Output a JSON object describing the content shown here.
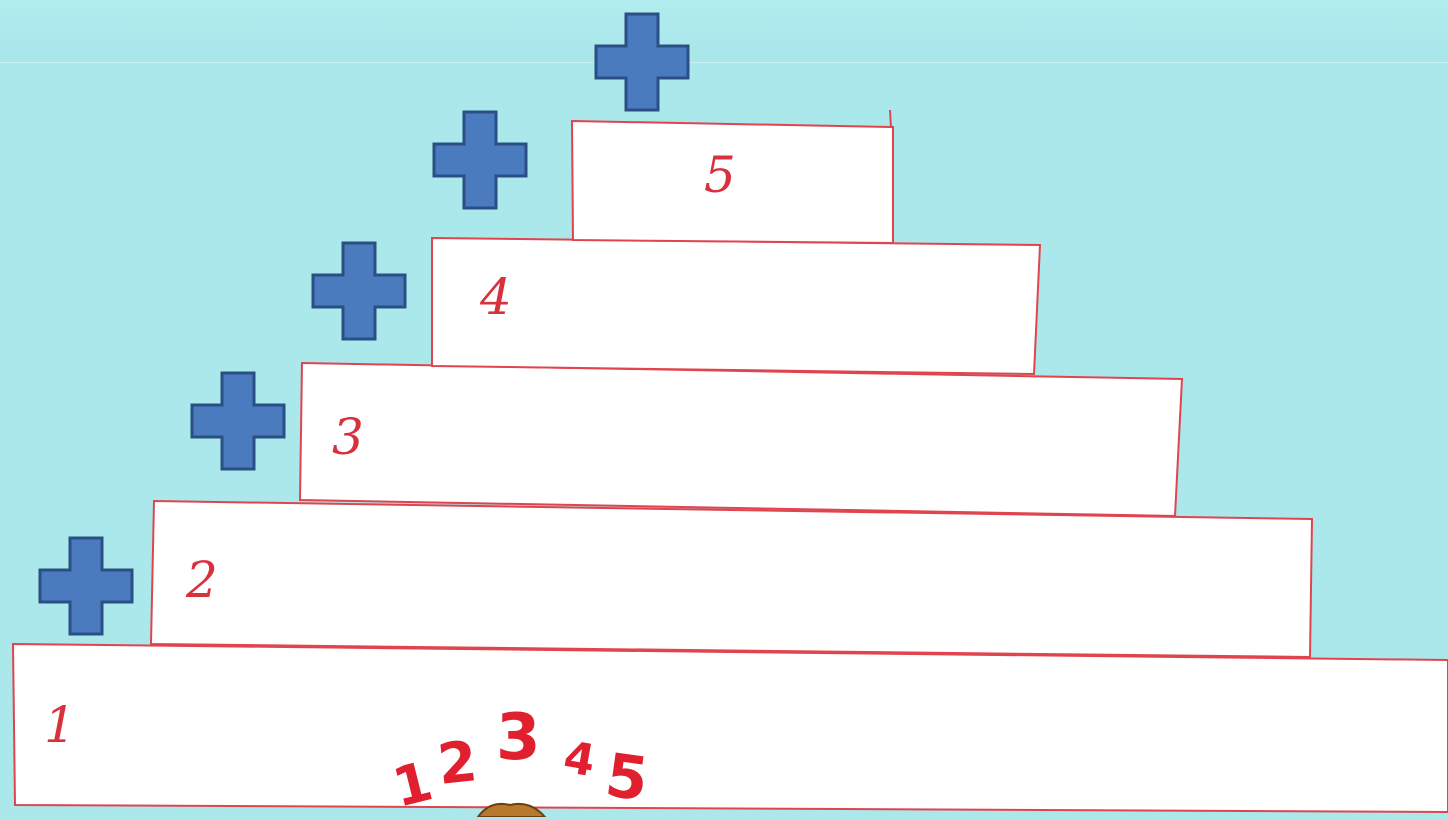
{
  "steps": [
    {
      "label": "1"
    },
    {
      "label": "2"
    },
    {
      "label": "3"
    },
    {
      "label": "4"
    },
    {
      "label": "5"
    }
  ],
  "sequence_digits": [
    "1",
    "2",
    "3",
    "4",
    "5"
  ],
  "plus_count": 5,
  "colors": {
    "background": "#abe8eb",
    "step_fill": "#ffffff",
    "step_outline": "#e0454f",
    "plus_fill": "#4b7bbf",
    "plus_outline": "#2a4f84",
    "label": "#d9303d",
    "digits": "#e0202e"
  }
}
